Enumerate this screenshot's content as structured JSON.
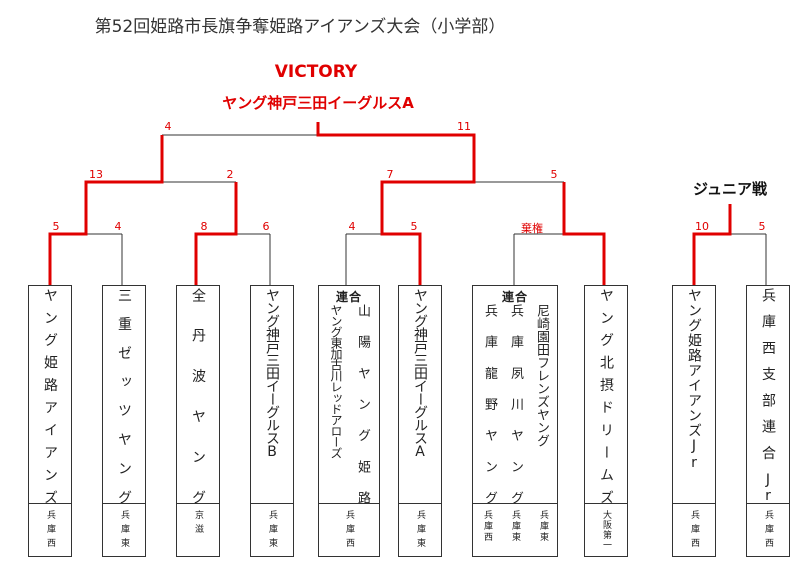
{
  "title": "第52回姫路市長旗争奪姫路アイアンズ大会（小学部）",
  "victory_label": "VICTORY",
  "champion": "ヤング神戸三田イーグルスA",
  "junior_title": "ジュニア戦",
  "scores": {
    "final_left": "4",
    "final_right": "11",
    "sf1_left": "13",
    "sf1_right": "2",
    "sf2_left": "7",
    "sf2_right": "5",
    "r1_m1_left": "5",
    "r1_m1_right": "4",
    "r1_m2_left": "8",
    "r1_m2_right": "6",
    "r1_m3_left": "4",
    "r1_m3_right": "5",
    "r1_m4_label": "棄権",
    "junior_left": "10",
    "junior_right": "5"
  },
  "teams": [
    {
      "id": "t1",
      "names": [
        "ヤング姫路アイアンズ"
      ],
      "region": [
        "兵庫西"
      ]
    },
    {
      "id": "t2",
      "names": [
        "三重ゼッツヤング"
      ],
      "region": [
        "兵庫東"
      ]
    },
    {
      "id": "t3",
      "names": [
        "全丹波ヤング"
      ],
      "region": [
        "京滋"
      ]
    },
    {
      "id": "t4",
      "names": [
        "ヤング神戸三田イーグルスB"
      ],
      "region": [
        "兵庫東"
      ]
    },
    {
      "id": "t5",
      "unit": "連合",
      "names": [
        "山陽ヤング姫路",
        "ヤング東加古川レッドアローズ"
      ],
      "region": [
        "兵庫西"
      ]
    },
    {
      "id": "t6",
      "names": [
        "ヤング神戸三田イーグルスA"
      ],
      "region": [
        "兵庫東"
      ]
    },
    {
      "id": "t7",
      "unit": "連合",
      "names": [
        "尼崎園田フレンズヤング",
        "兵庫夙川ヤング",
        "兵庫龍野ヤング"
      ],
      "region": [
        "兵庫東",
        "兵庫東",
        "兵庫西"
      ]
    },
    {
      "id": "t8",
      "names": [
        "ヤング北摂ドリームズ"
      ],
      "region": [
        "大阪第一"
      ]
    },
    {
      "id": "t9",
      "names": [
        "ヤング姫路アイアンズJr"
      ],
      "region": [
        "兵庫西"
      ]
    },
    {
      "id": "t10",
      "names": [
        "兵庫西支部連合Jr"
      ],
      "region": [
        "兵庫西"
      ]
    }
  ],
  "colors": {
    "win": "#e00000",
    "line": "#333333"
  }
}
